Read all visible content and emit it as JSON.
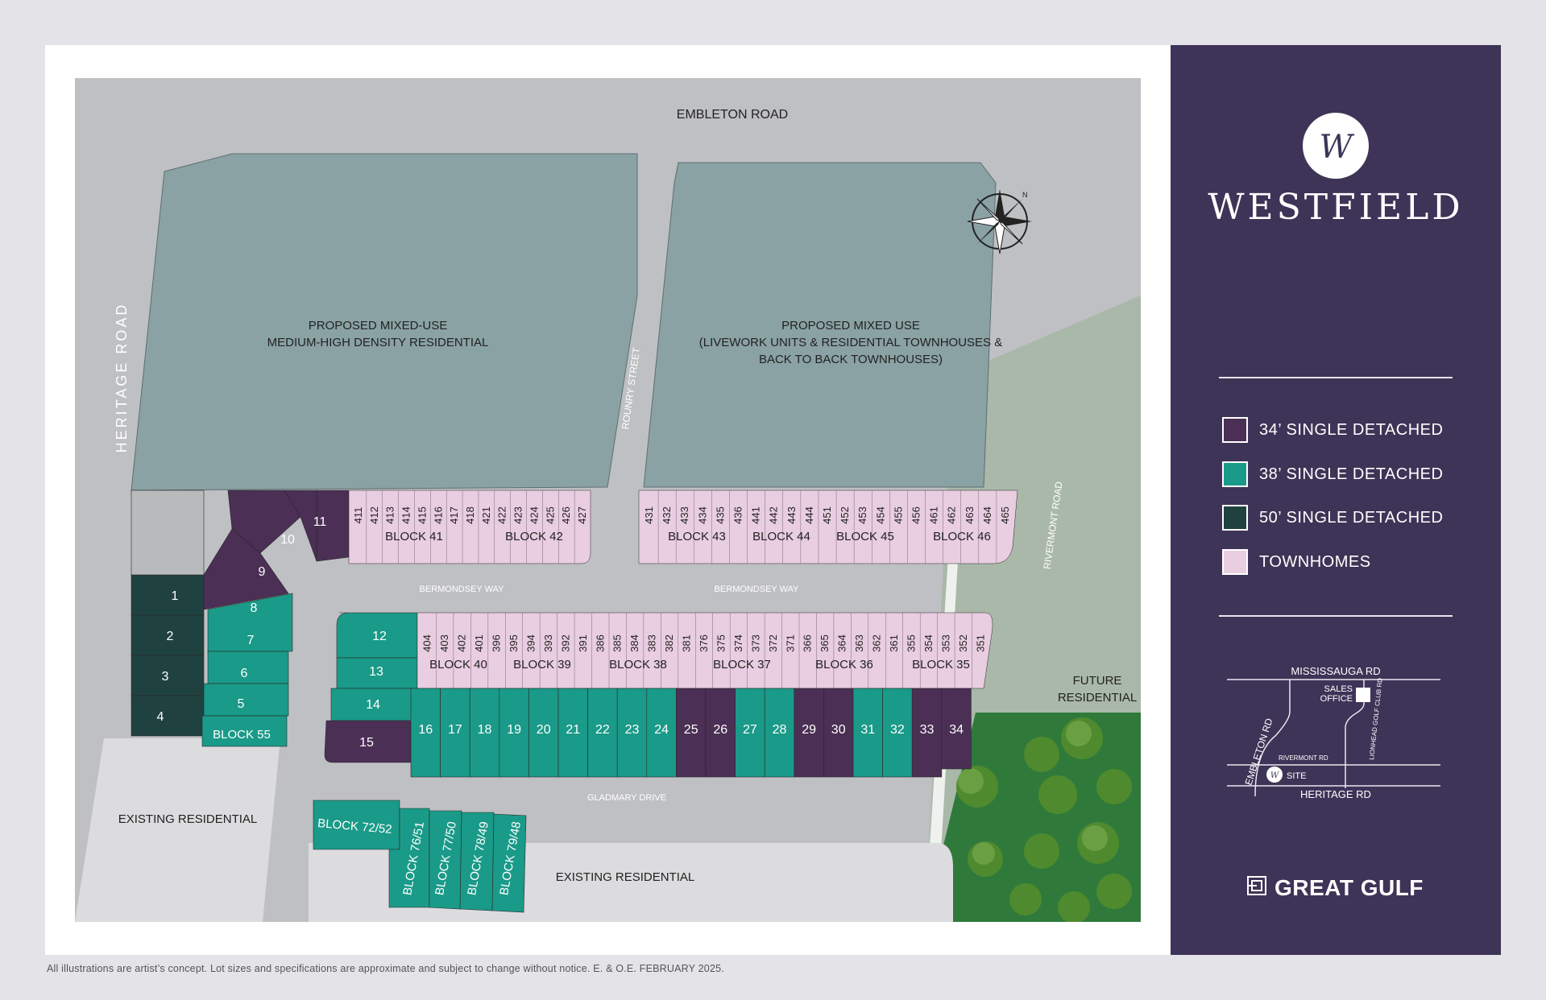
{
  "map": {
    "road_north": "EMBLETON ROAD",
    "road_west": "HERITAGE  ROAD",
    "road_rounry": "ROUNRY  STREET",
    "road_rivermont": "RIVERMONT ROAD",
    "street_bermondsey_1": "BERMONDSEY WAY",
    "street_bermondsey_2": "BERMONDSEY WAY",
    "street_gladmary": "GLADMARY DRIVE",
    "parcel_west_l1": "PROPOSED MIXED-USE",
    "parcel_west_l2": "MEDIUM-HIGH DENSITY RESIDENTIAL",
    "parcel_east_l1": "PROPOSED MIXED USE",
    "parcel_east_l2": "(LIVEWORK UNITS & RESIDENTIAL TOWNHOUSES &",
    "parcel_east_l3": "BACK TO BACK TOWNHOUSES)",
    "existing_1": "EXISTING RESIDENTIAL",
    "existing_2": "EXISTING RESIDENTIAL",
    "future_l1": "FUTURE",
    "future_l2": "RESIDENTIAL",
    "north_letter": "N",
    "blocks": {
      "b41": "BLOCK 41",
      "b42": "BLOCK 42",
      "b43": "BLOCK 43",
      "b44": "BLOCK 44",
      "b45": "BLOCK 45",
      "b46": "BLOCK 46",
      "b40": "BLOCK 40",
      "b39": "BLOCK 39",
      "b38": "BLOCK 38",
      "b37": "BLOCK 37",
      "b36": "BLOCK 36",
      "b35": "BLOCK 35",
      "b55": "BLOCK 55",
      "b7252": "BLOCK 72/52",
      "b7651": "BLOCK 76/51",
      "b7750": "BLOCK 77/50",
      "b7849": "BLOCK 78/49",
      "b7948": "BLOCK 79/48"
    },
    "lots": {
      "l1": "1",
      "l2": "2",
      "l3": "3",
      "l4": "4",
      "l5": "5",
      "l6": "6",
      "l7": "7",
      "l8": "8",
      "l9": "9",
      "l10": "10",
      "l11": "11",
      "l12": "12",
      "l13": "13",
      "l14": "14",
      "l15": "15",
      "l16": "16",
      "l17": "17",
      "l18": "18",
      "l19": "19",
      "l20": "20",
      "l21": "21",
      "l22": "22",
      "l23": "23",
      "l24": "24",
      "l25": "25",
      "l26": "26",
      "l27": "27",
      "l28": "28",
      "l29": "29",
      "l30": "30",
      "l31": "31",
      "l32": "32",
      "l33": "33",
      "l34": "34"
    },
    "units_41_42": [
      "411",
      "412",
      "413",
      "414",
      "415",
      "416",
      "417",
      "418",
      "421",
      "422",
      "423",
      "424",
      "425",
      "426",
      "427"
    ],
    "units_43_46": [
      "431",
      "432",
      "433",
      "434",
      "435",
      "436",
      "441",
      "442",
      "443",
      "444",
      "451",
      "452",
      "453",
      "454",
      "455",
      "456",
      "461",
      "462",
      "463",
      "464",
      "465"
    ],
    "units_40_35": [
      "404",
      "403",
      "402",
      "401",
      "396",
      "395",
      "394",
      "393",
      "392",
      "391",
      "386",
      "385",
      "384",
      "383",
      "382",
      "381",
      "376",
      "375",
      "374",
      "373",
      "372",
      "371",
      "366",
      "365",
      "364",
      "363",
      "362",
      "361",
      "355",
      "354",
      "353",
      "352",
      "351"
    ]
  },
  "brand": {
    "logo_monogram": "W",
    "name": "WESTFIELD",
    "builder": "GREAT GULF"
  },
  "legend": [
    {
      "label": "34’ SINGLE DETACHED",
      "color": "#4b2f55"
    },
    {
      "label": "38’ SINGLE DETACHED",
      "color": "#1a9a88"
    },
    {
      "label": "50’ SINGLE DETACHED",
      "color": "#1f4240"
    },
    {
      "label": "TOWNHOMES",
      "color": "#e9cde0"
    }
  ],
  "keymap": {
    "mississauga": "MISSISSAUGA RD",
    "sales_l1": "SALES",
    "sales_l2": "OFFICE",
    "embleton": "EMBLETON RD",
    "lionhead": "LIONHEAD GOLF CLUB RD",
    "rivermont": "RIVERMONT RD",
    "site": "SITE",
    "heritage": "HERITAGE RD"
  },
  "footer": "All illustrations are artist’s concept. Lot sizes and specifications are approximate and subject to change without notice. E. & O.E. FEBRUARY 2025."
}
